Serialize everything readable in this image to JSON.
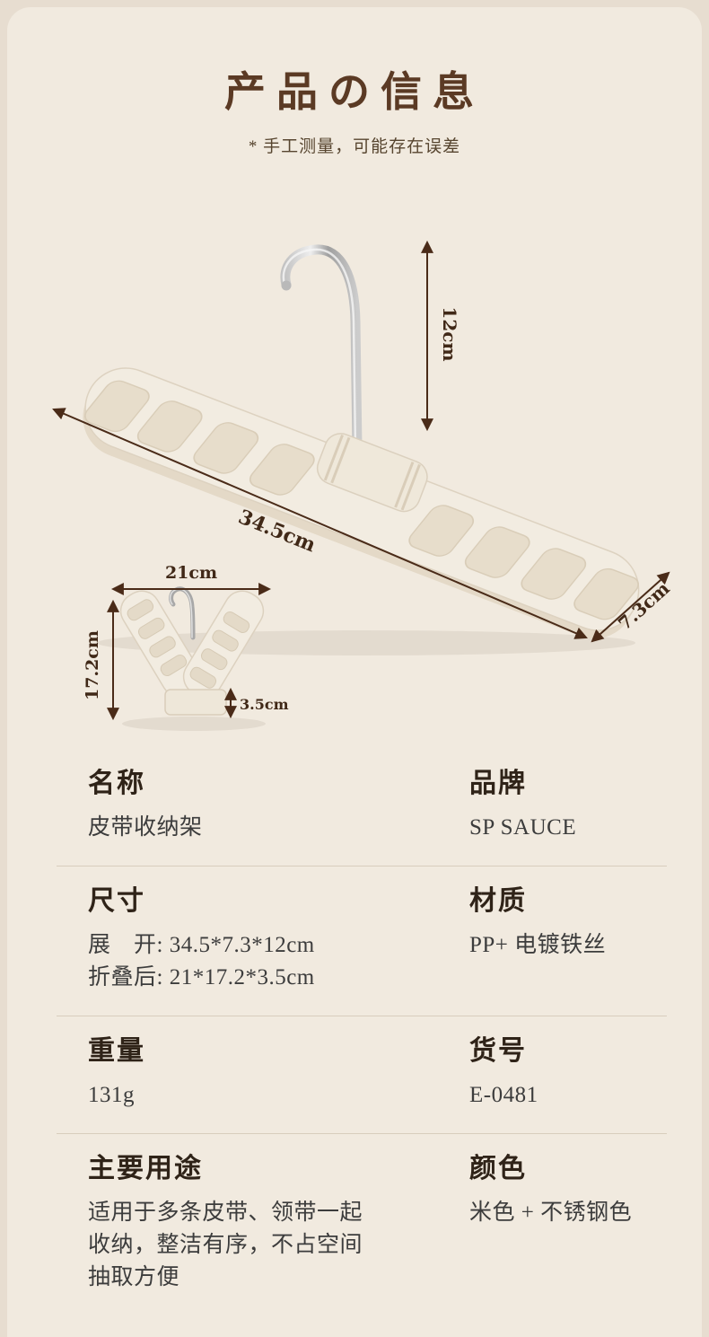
{
  "header": {
    "title": "产品の信息",
    "note": "* 手工测量，可能存在误差"
  },
  "diagram": {
    "open_height": "12cm",
    "open_length": "34.5cm",
    "open_depth": "7.3cm",
    "folded_width": "21cm",
    "folded_height": "17.2cm",
    "folded_thickness": "3.5cm"
  },
  "specs": {
    "rows": [
      {
        "left": {
          "label": "名称",
          "values": [
            "皮带收纳架"
          ]
        },
        "right": {
          "label": "品牌",
          "values": [
            "SP SAUCE"
          ]
        }
      },
      {
        "left": {
          "label": "尺寸",
          "values": [
            "展　开: 34.5*7.3*12cm",
            "折叠后: 21*17.2*3.5cm"
          ]
        },
        "right": {
          "label": "材质",
          "values": [
            "PP+ 电镀铁丝"
          ]
        }
      },
      {
        "left": {
          "label": "重量",
          "values": [
            "131g"
          ]
        },
        "right": {
          "label": "货号",
          "values": [
            "E-0481"
          ]
        }
      },
      {
        "left": {
          "label": "主要用途",
          "values": [
            "适用于多条皮带、领带一起",
            "收纳，整洁有序，不占空间",
            "抽取方便"
          ]
        },
        "right": {
          "label": "颜色",
          "values": [
            "米色 + 不锈钢色"
          ]
        }
      }
    ]
  },
  "colors": {
    "title_text": "#5b3a24",
    "annotation": "#402817",
    "heading_text": "#2f2318",
    "body_text": "#3c3c3c",
    "page_bg": "#e7ddd0",
    "card_bg": "#f1eadf",
    "divider": "#d8cdbd",
    "product_fill": "#f2ece1",
    "hook_metal": "#b9b9b9"
  }
}
